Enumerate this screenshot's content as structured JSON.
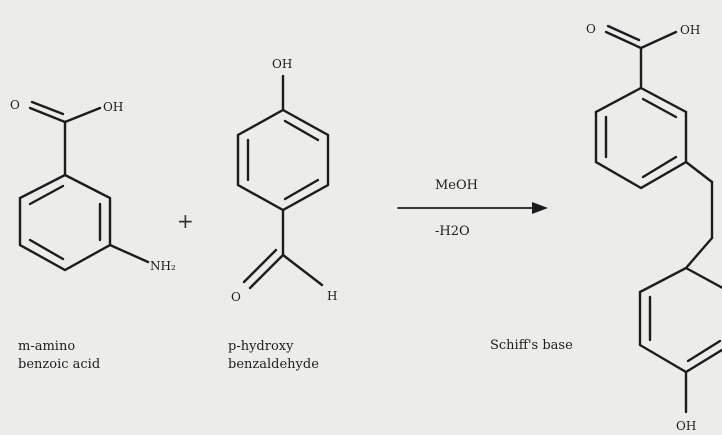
{
  "reactant1": {
    "atom_o": "O",
    "atom_oh": "OH",
    "atom_nh2": "NH₂",
    "caption_line1": "m-amino",
    "caption_line2": "benzoic acid"
  },
  "plus": "+",
  "reactant2": {
    "atom_oh": "OH",
    "atom_o": "O",
    "atom_h": "H",
    "caption_line1": "p-hydroxy",
    "caption_line2": "benzaldehyde"
  },
  "arrow": {
    "above": "MeOH",
    "below": "-H2O"
  },
  "product": {
    "atom_o": "O",
    "atom_oh_top": "OH",
    "atom_oh_bottom": "OH",
    "caption": "Schiff's base"
  },
  "colors": {
    "background": "#ececea",
    "ink": "#1d1d1d"
  }
}
